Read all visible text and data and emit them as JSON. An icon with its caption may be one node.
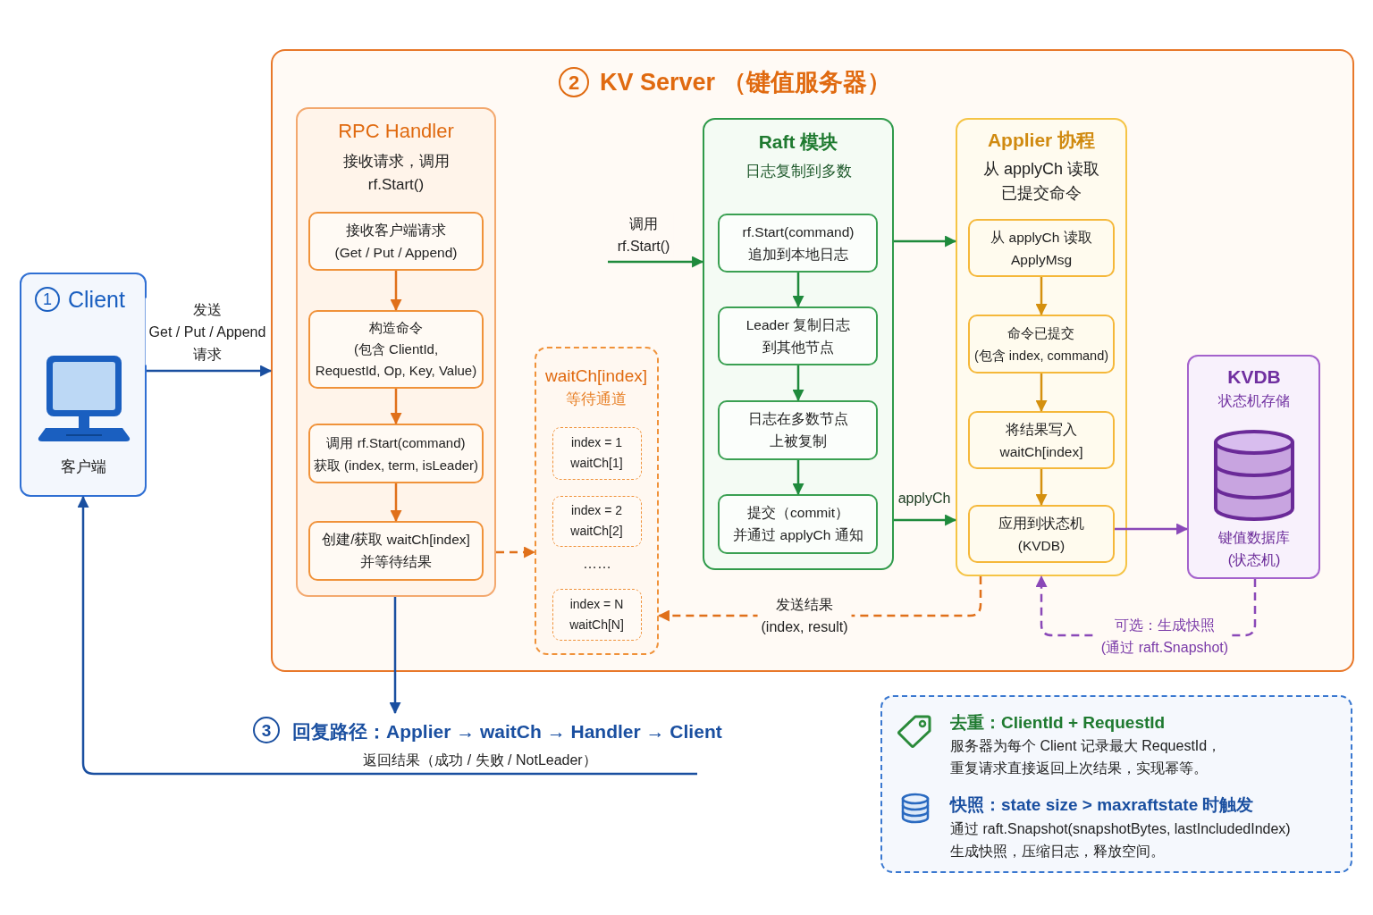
{
  "diagram": {
    "nodes": [
      {
        "text": [
          "1",
          "Client",
          "客户端"
        ]
      },
      {
        "text": [
          "2",
          "KV Server （键值服务器）"
        ]
      },
      {
        "text": [
          "RPC Handler",
          "接收请求，调用 rf.Start()"
        ],
        "in": 1
      },
      {
        "text": [
          "接收客户端请求 (Get / Put / Append)"
        ],
        "in": 2
      },
      {
        "text": [
          "构造命令 (包含 ClientId, RequestId, Op, Key, Value)"
        ],
        "in": 2
      },
      {
        "text": [
          "调用 rf.Start(command) 获取 (index, term, isLeader)"
        ],
        "in": 2
      },
      {
        "text": [
          "创建/获取 waitCh[index] 并等待结果"
        ],
        "in": 2
      },
      {
        "text": [
          "waitCh[index]",
          "等待通道"
        ],
        "in": 1
      },
      {
        "text": [
          "index = 1 waitCh[1]"
        ],
        "in": 7
      },
      {
        "text": [
          "index = 2 waitCh[2]"
        ],
        "in": 7
      },
      {
        "text": [
          "index = N waitCh[N]"
        ],
        "in": 7
      },
      {
        "text": [
          "Raft 模块",
          "日志复制到多数"
        ],
        "in": 1
      },
      {
        "text": [
          "rf.Start(command) 追加到本地日志"
        ],
        "in": 11
      },
      {
        "text": [
          "Leader 复制日志到其他节点"
        ],
        "in": 11
      },
      {
        "text": [
          "日志在多数节点上被复制"
        ],
        "in": 11
      },
      {
        "text": [
          "提交（commit）并通过 applyCh 通知"
        ],
        "in": 11
      },
      {
        "text": [
          "Applier 协程",
          "从 applyCh 读取已提交命令"
        ],
        "in": 1
      },
      {
        "text": [
          "从 applyCh 读取 ApplyMsg"
        ],
        "in": 16
      },
      {
        "text": [
          "命令已提交 (包含 index, command)"
        ],
        "in": 16
      },
      {
        "text": [
          "将结果写入 waitCh[index]"
        ],
        "in": 16
      },
      {
        "text": [
          "应用到状态机 (KVDB)"
        ],
        "in": 16
      },
      {
        "text": [
          "KVDB",
          "状态机存储",
          "键值数据库 (状态机)"
        ],
        "in": 1
      },
      {
        "text": [
          "3",
          "回复路径：Applier → waitCh → Handler → Client",
          "返回结果（成功 / 失败 / NotLeader）"
        ]
      },
      {
        "text": [
          "去重：ClientId + RequestId",
          "服务器为每个 Client 记录最大 RequestId，重复请求直接返回上次结果，实现幂等。",
          "快照：state size > maxraftstate 时触发",
          "通过 raft.Snapshot(snapshotBytes, lastIncludedIndex) 生成快照，压缩日志，释放空间。"
        ]
      }
    ],
    "edges": [
      {
        "from": 0,
        "to": 1,
        "arrow": "to",
        "label": "发送 Get / Put / Append 请求",
        "color": "#1a4fa0"
      },
      {
        "from": 3,
        "to": 4,
        "arrow": "to",
        "color": "#e0701a"
      },
      {
        "from": 4,
        "to": 5,
        "arrow": "to",
        "color": "#e0701a"
      },
      {
        "from": 5,
        "to": 6,
        "arrow": "to",
        "color": "#e0701a"
      },
      {
        "from": 2,
        "to": 7,
        "arrow": "to",
        "style": "dashed",
        "color": "#e0701a"
      },
      {
        "from": null,
        "to": 11,
        "arrow": "to",
        "label": "调用 rf.Start()"
      },
      {
        "from": 12,
        "to": 13,
        "arrow": "to"
      },
      {
        "from": 13,
        "to": 14,
        "arrow": "to"
      },
      {
        "from": 14,
        "to": 15,
        "arrow": "to"
      },
      {
        "from": 11,
        "to": 16,
        "arrow": "to"
      },
      {
        "from": 11,
        "to": 16,
        "arrow": "to",
        "label": "applyCh"
      },
      {
        "from": 17,
        "to": 18,
        "arrow": "to",
        "color": "#d4900f"
      },
      {
        "from": 18,
        "to": 19,
        "arrow": "to",
        "color": "#d4900f"
      },
      {
        "from": 19,
        "to": 20,
        "arrow": "to",
        "color": "#d4900f"
      },
      {
        "from": 20,
        "to": 21,
        "arrow": "to",
        "color": "#8a48b8"
      },
      {
        "from": 21,
        "to": 16,
        "arrow": "to",
        "style": "dashed",
        "color": "#8a48b8",
        "label": "可选：生成快照 (通过 raft.Snapshot)"
      },
      {
        "from": 16,
        "to": 7,
        "arrow": "to",
        "style": "dashed",
        "color": "#e0701a",
        "label": "发送结果 (index, result)"
      },
      {
        "from": 2,
        "to": 22,
        "arrow": "to",
        "color": "#1a4fa0"
      },
      {
        "from": 22,
        "to": 0,
        "arrow": "to",
        "color": "#1a4fa0"
      }
    ],
    "labels": [
      "……"
    ]
  }
}
